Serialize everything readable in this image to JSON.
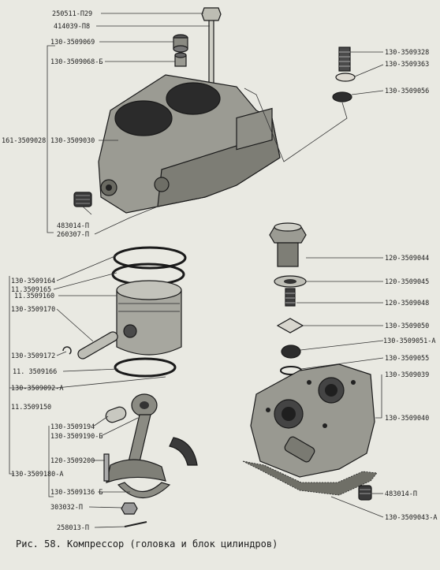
{
  "caption": "Рис. 58. Компрессор (головка и блок цилиндров)",
  "labels": {
    "l250511": "250511-П29",
    "l414039": "414039-П8",
    "l3509069": "130-3509069",
    "l3509068": "130-3509068-Б",
    "l161": "161-3509028",
    "l3509030": "130-3509030",
    "l483014a": "483014-П",
    "l260307": "260307-П",
    "l3509328": "130-3509328",
    "l3509363": "130-3509363",
    "l3509056": "130-3509056",
    "l3509164": "130-3509164",
    "l11_165": "11.3509165",
    "l11_160": "11.3509160",
    "l3509170": "130-3509170",
    "l3509172": "130-3509172",
    "l11_166": "11. 3509166",
    "l3509092": "130-3509092-А",
    "l11_150": "11.3509150",
    "l3509194": "130-3509194",
    "l3509190": "130-3509190-Б",
    "l3509200": "120-3509200",
    "l3509180": "130-3509180-А",
    "l3509136": "130-3509136 Б",
    "l303032": "303032-П",
    "l258013": "258013-П",
    "l120_044": "120-3509044",
    "l120_045": "120-3509045",
    "l120_048": "120-3509048",
    "l3509050": "130-3509050",
    "l3509051": "130-3509051-А",
    "l3509055": "130-3509055",
    "l3509039": "130-3509039",
    "l3509040": "130-3509040",
    "l483014b": "483014-П",
    "l3509043": "130-3509043-А"
  }
}
